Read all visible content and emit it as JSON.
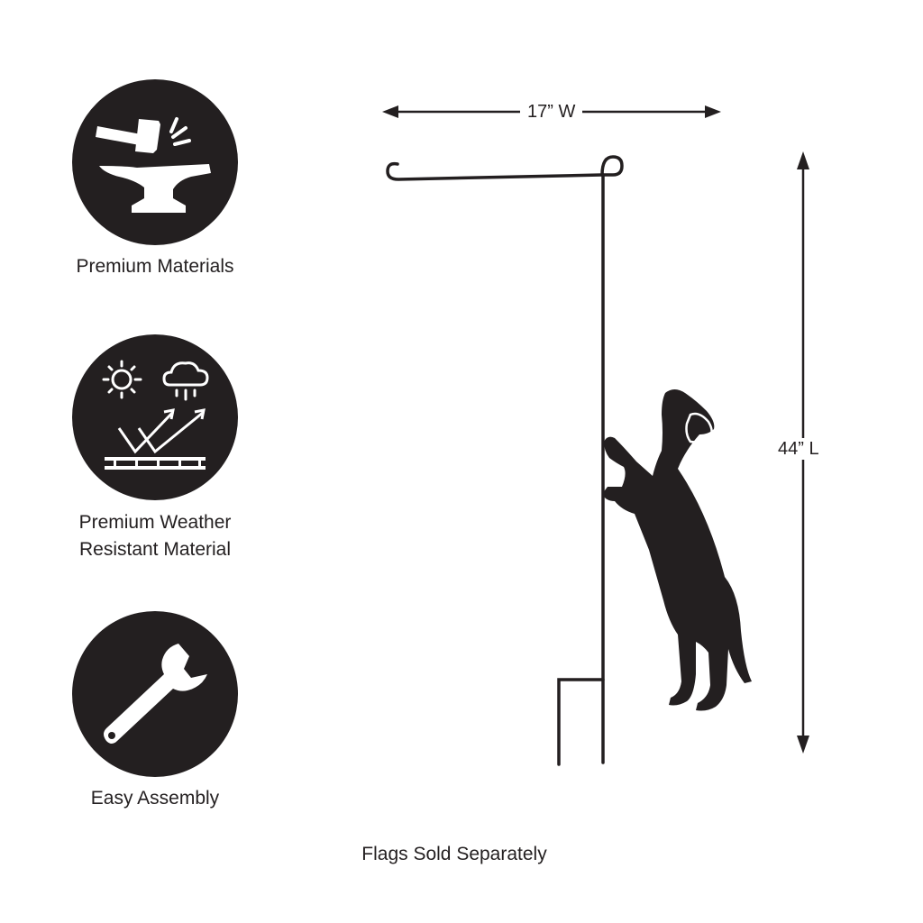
{
  "features": [
    {
      "icon": "anvil-hammer-icon",
      "label": "Premium Materials"
    },
    {
      "icon": "weather-resistance-icon",
      "label_line1": "Premium Weather",
      "label_line2": "Resistant Material"
    },
    {
      "icon": "wrench-icon",
      "label": "Easy Assembly"
    }
  ],
  "dimensions": {
    "width_label": "17” W",
    "length_label": "44” L"
  },
  "product": {
    "image": "garden-flag-stand-dog-silhouette"
  },
  "footer_note": "Flags Sold Separately",
  "colors": {
    "ink": "#231f20",
    "background": "#ffffff",
    "icon_fg": "#ffffff"
  }
}
